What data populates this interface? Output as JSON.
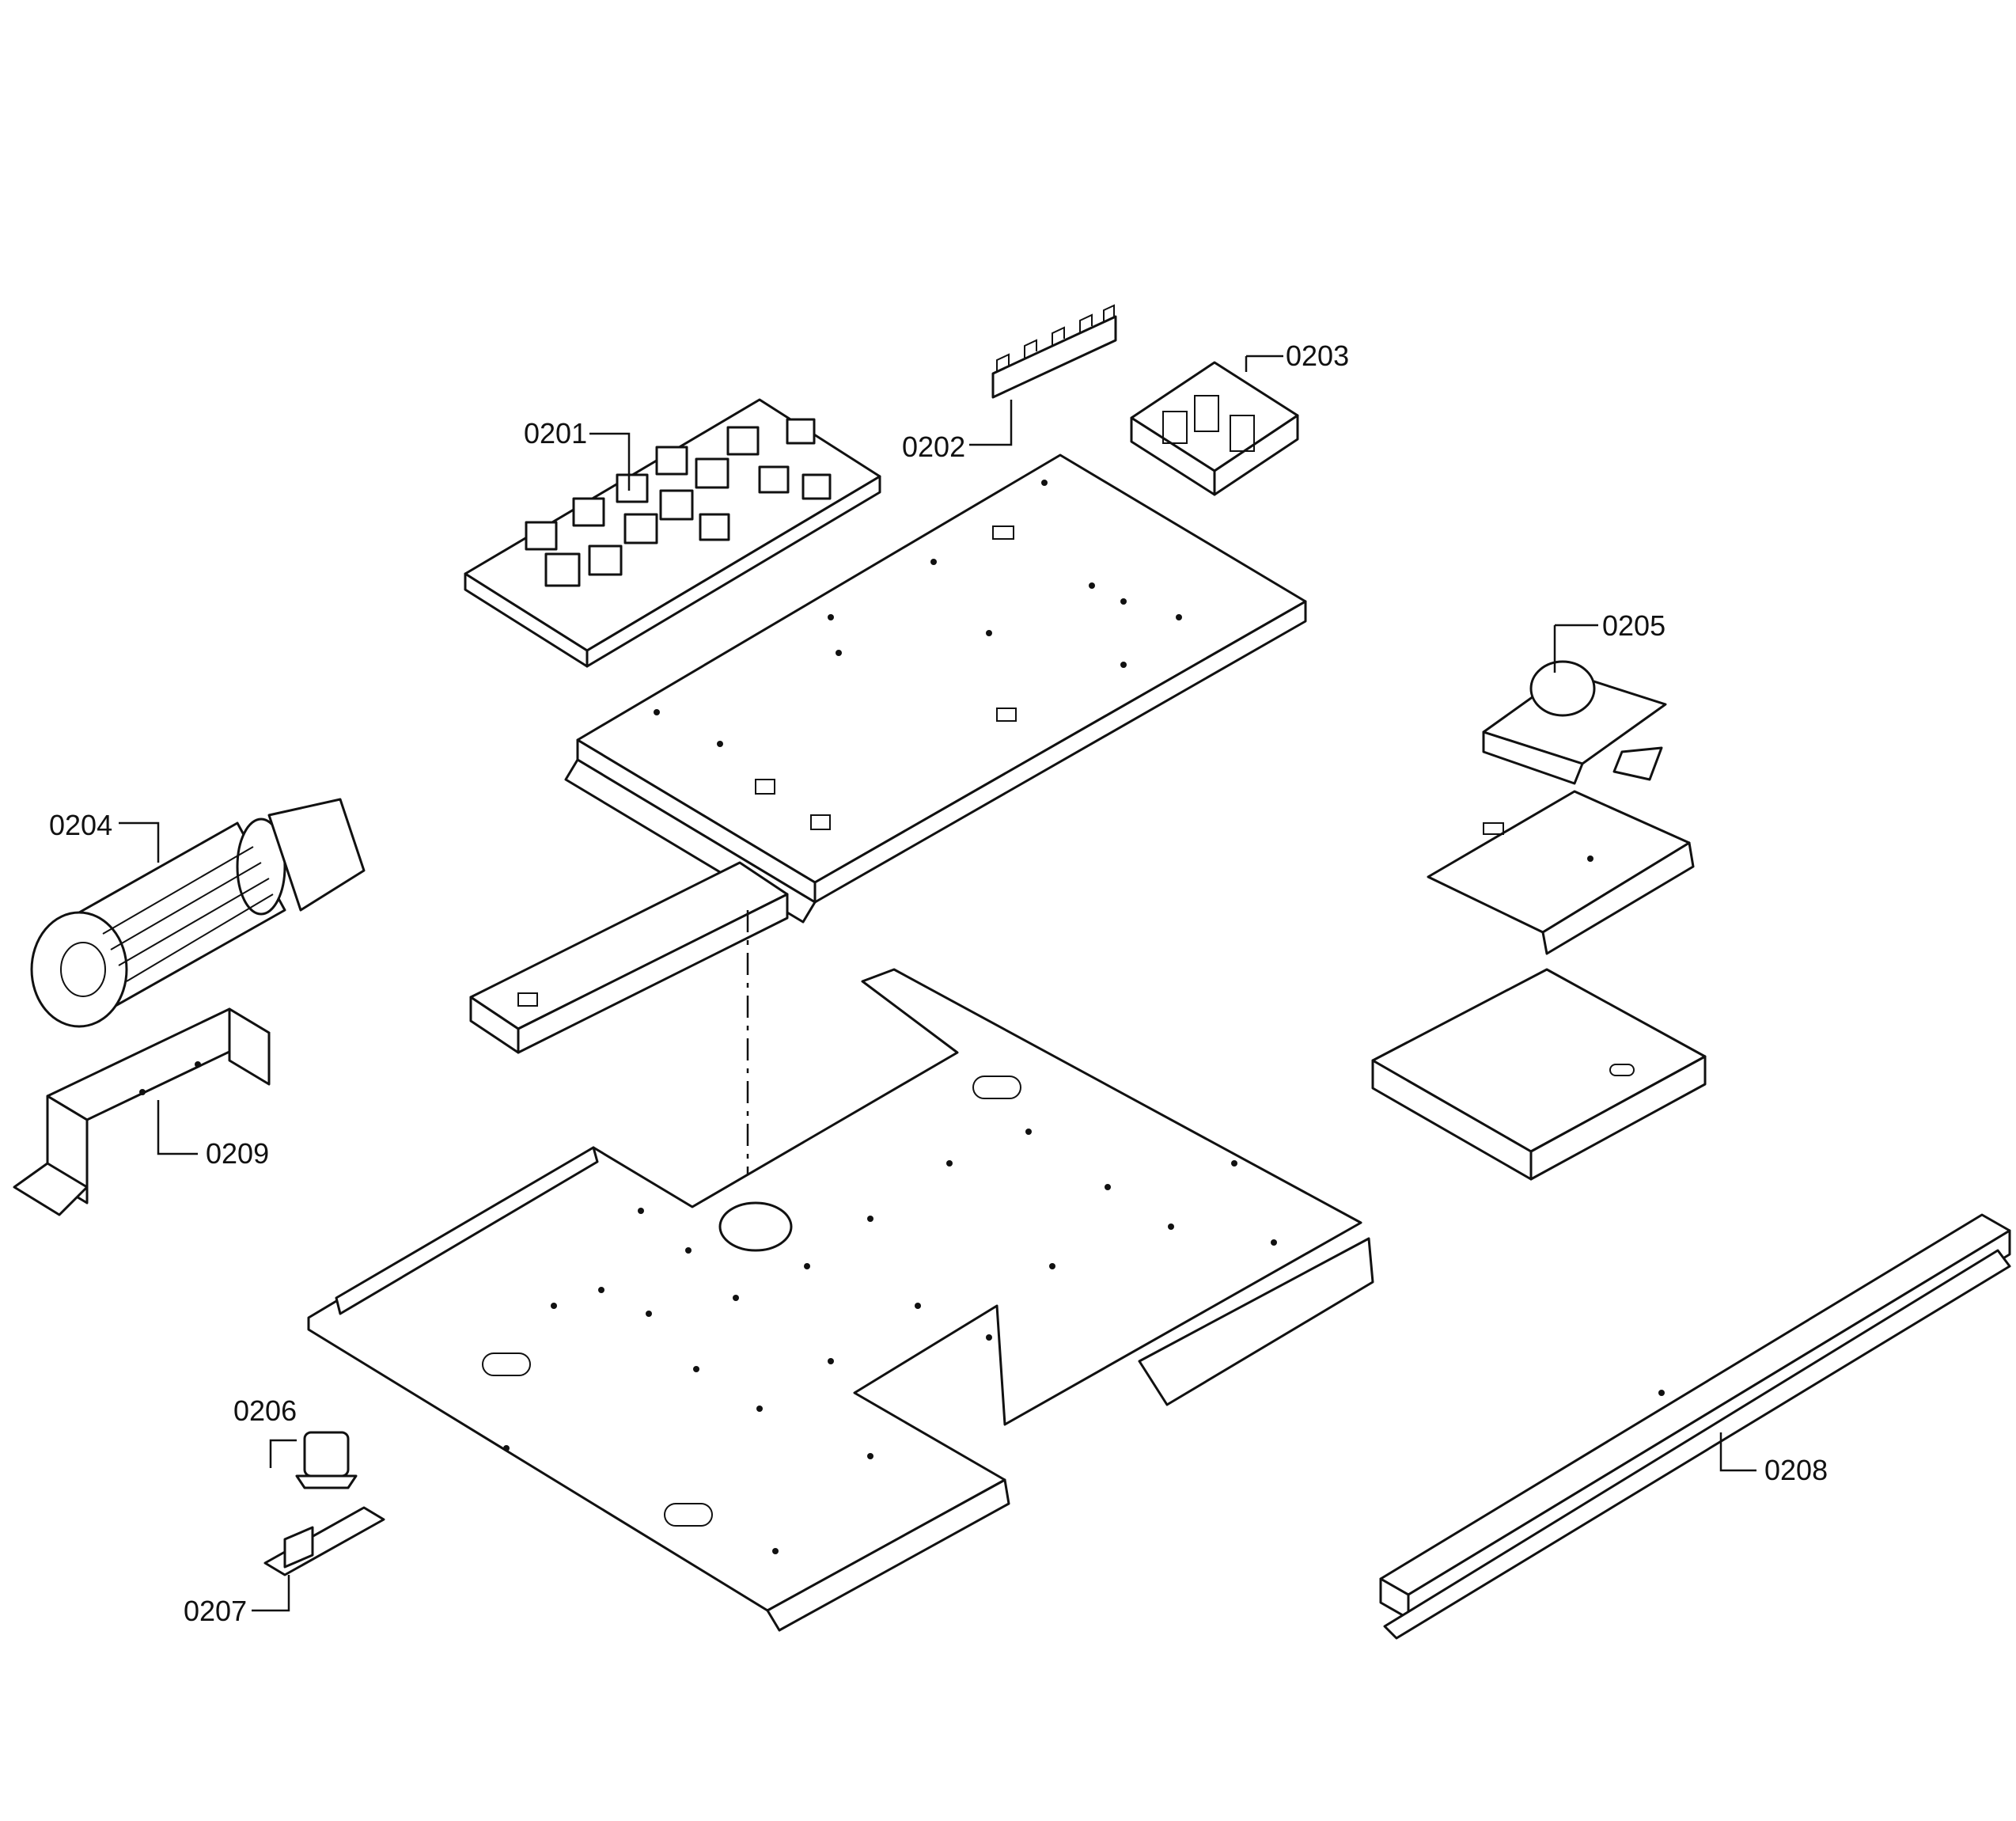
{
  "diagram": {
    "callouts": {
      "c0201": "0201",
      "c0202": "0202",
      "c0203": "0203",
      "c0204": "0204",
      "c0205": "0205",
      "c0206": "0206",
      "c0207": "0207",
      "c0208": "0208",
      "c0209": "0209"
    }
  }
}
